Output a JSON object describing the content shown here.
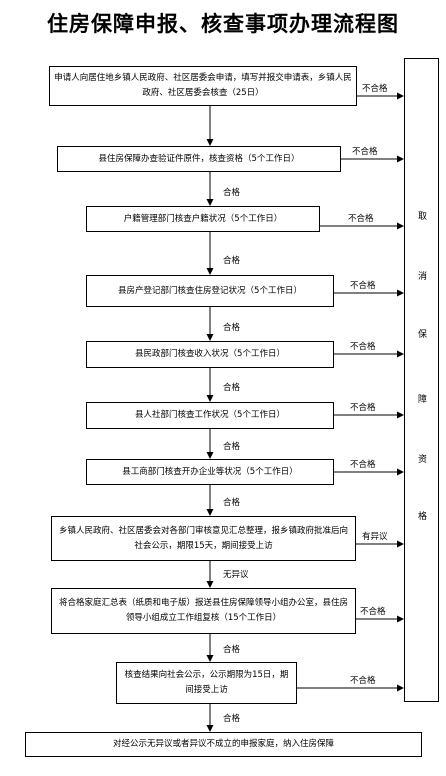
{
  "title": "住房保障申报、核查事项办理流程图",
  "steps": [
    "申请人向居住地乡镇人民政府、社区居委会申请，填写并报交申请表，乡镇人民政府、社区居委会核查（25日）",
    "县住房保障办查验证件原件，核查资格（5个工作日）",
    "户籍管理部门核查户籍状况（5个工作日）",
    "县房产登记部门核查住房登记状况（5个工作日）",
    "县民政部门核查收入状况（5个工作日）",
    "县人社部门核查工作状况（5个工作日）",
    "县工商部门核查开办企业等状况（5个工作日）",
    "乡镇人民政府、社区居委会对各部门审核意见汇总整理，报乡镇政府批准后向社会公示，期限15天，期间接受上访",
    "将合格家庭汇总表（纸质和电子版）报送县住房保障领导小组办公室，县住房领导小组成立工作组复核（15个工作日）",
    "核查结果向社会公示，公示期限为15日，期间接受上访",
    "对经公示无异议或者异议不成立的申报家庭，纳入住房保障"
  ],
  "pass_label": "合格",
  "fail_label": "不合格",
  "objection_label": "有异议",
  "no_objection_label": "无异议",
  "cancel_chars": [
    "取",
    "消",
    "保",
    "障",
    "资",
    "格"
  ]
}
